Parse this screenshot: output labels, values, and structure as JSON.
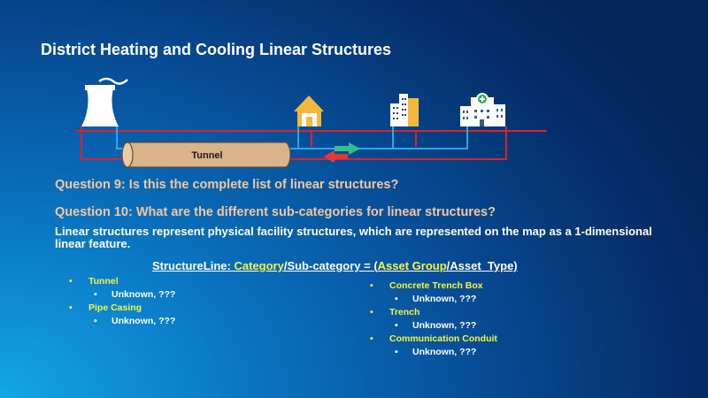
{
  "title": "District Heating and Cooling Linear Structures",
  "diagram": {
    "tunnel_label": "Tunnel",
    "icons": [
      "power-plant-cooling-tower-icon",
      "house-icon",
      "office-buildings-icon",
      "hospital-icon",
      "bidirectional-flow-arrows-icon"
    ],
    "colors": {
      "supply_pipe": "#d8242c",
      "return_pipe": "#2aa8e8",
      "tunnel_fill": "#d9b48a",
      "flow_arrow_green": "#33c08a",
      "flow_arrow_red": "#e03a3a"
    }
  },
  "questions": {
    "q9": "Question 9: Is this the complete list of linear structures?",
    "q10": "Question 10: What are the different sub-categories for linear structures?"
  },
  "description": "Linear structures represent physical facility structures, which are represented on the map as a 1-dimensional  linear feature.",
  "formula": {
    "prefix": "StructureLine: ",
    "category": "Category",
    "middle": "/Sub-category = (",
    "asset_group": "Asset Group",
    "suffix": "/Asset_Type)"
  },
  "left_list": [
    {
      "category": "Tunnel",
      "sub": "Unknown, ???"
    },
    {
      "category": "Pipe Casing",
      "sub": "Unknown, ???"
    }
  ],
  "right_list": [
    {
      "category": "Concrete Trench Box",
      "sub": "Unknown, ???"
    },
    {
      "category": "Trench",
      "sub": "Unknown, ???"
    },
    {
      "category": "Communication Conduit",
      "sub": "Unknown, ???"
    }
  ],
  "colors": {
    "background": "#07509a",
    "question_text": "#f2c8a0",
    "highlight": "#f5f542"
  }
}
